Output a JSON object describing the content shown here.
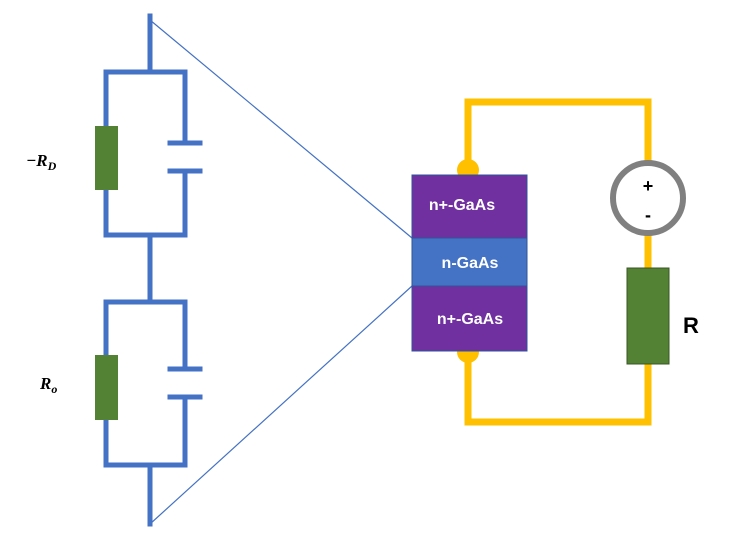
{
  "equivalent_circuit": {
    "top_branch": {
      "resistor_label_main": "−R",
      "resistor_label_sub": "D"
    },
    "bottom_branch": {
      "resistor_label_main": "R",
      "resistor_label_sub": "o"
    }
  },
  "device": {
    "layers": [
      {
        "name": "top",
        "label": "n+-GaAs"
      },
      {
        "name": "middle",
        "label": "n-GaAs"
      },
      {
        "name": "bottom",
        "label": "n+-GaAs"
      }
    ]
  },
  "source": {
    "plus": "+",
    "minus": "-"
  },
  "load": {
    "label": "R"
  },
  "colors": {
    "circuit_wire": "#4472C4",
    "resistor_fill": "#548235",
    "external_wire": "#FFC000",
    "source_ring": "#808080",
    "n_plus_layer": "#7030A0",
    "n_layer": "#4472C4",
    "zoom_lines": "#4472C4"
  }
}
